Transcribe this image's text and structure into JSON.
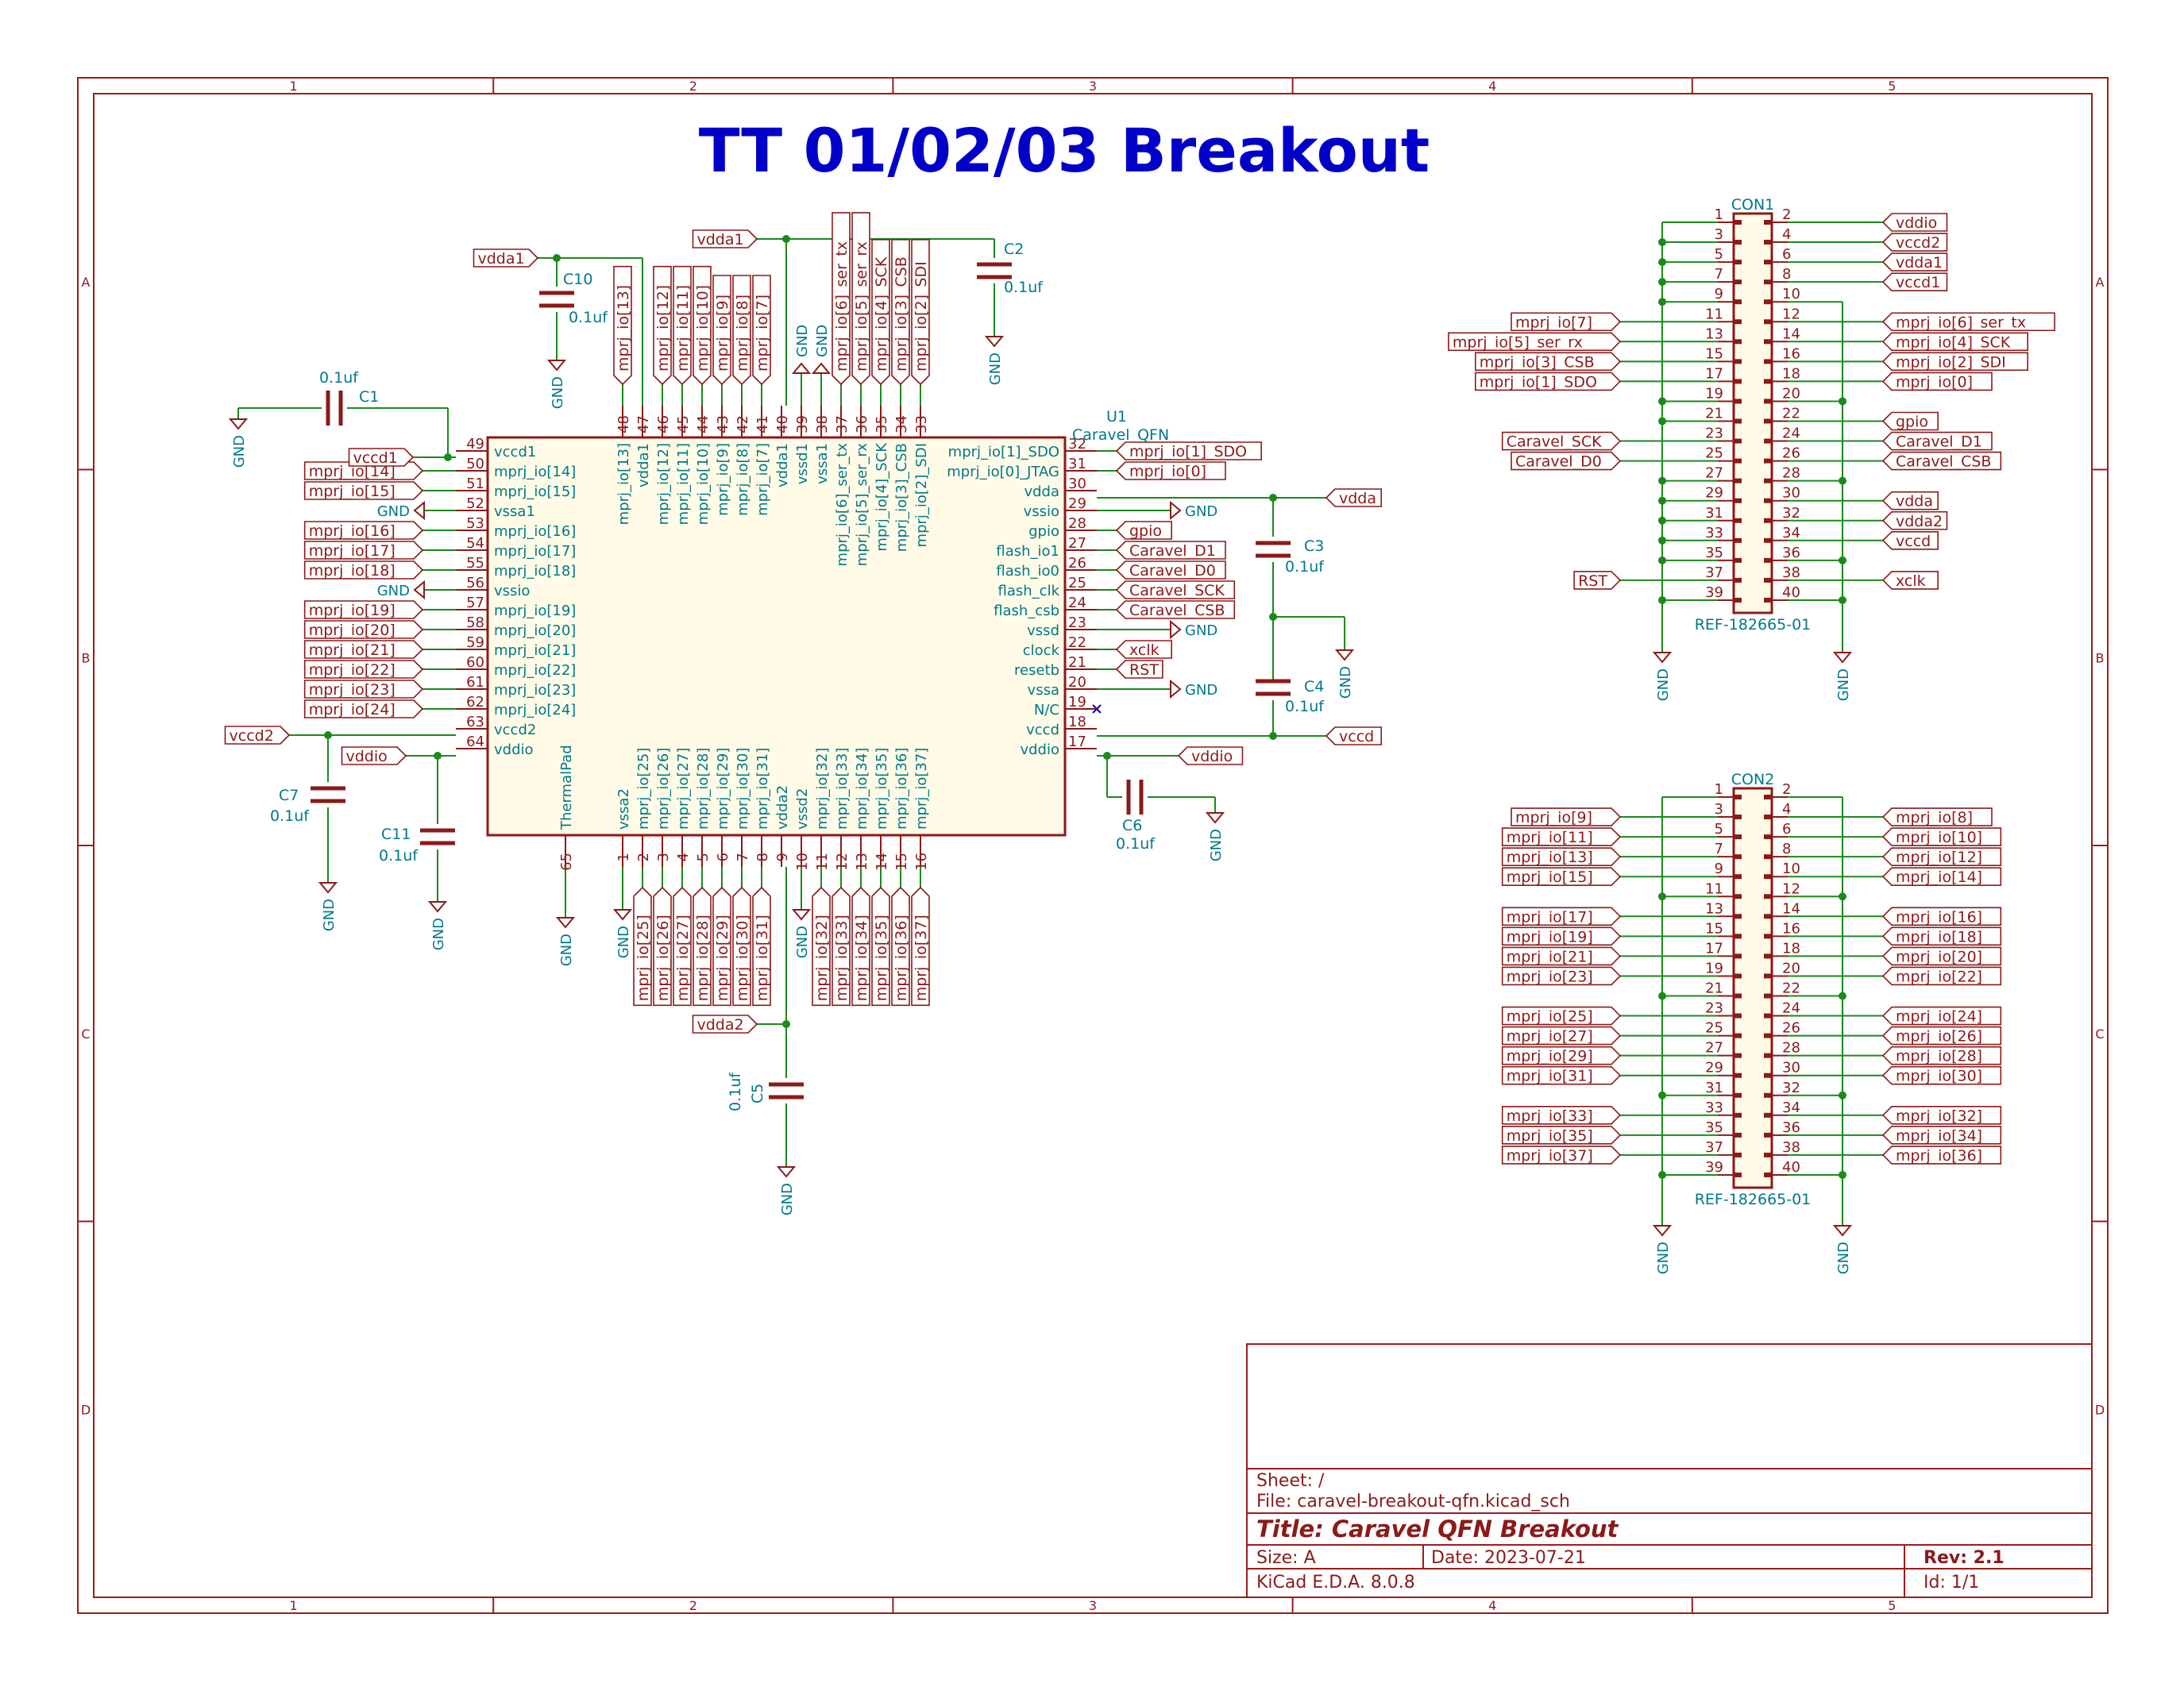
{
  "title": "TT 01/02/03 Breakout",
  "border": {
    "cols": [
      "1",
      "2",
      "3",
      "4",
      "5"
    ],
    "rows": [
      "A",
      "B",
      "C",
      "D"
    ]
  },
  "title_block": {
    "sheet": "Sheet: /",
    "file": "File: caravel-breakout-qfn.kicad_sch",
    "title": "Title: Caravel QFN Breakout",
    "size": "Size: A",
    "date": "Date: 2023-07-21",
    "rev": "Rev: 2.1",
    "kicad": "KiCad E.D.A. 8.0.8",
    "id": "Id: 1/1"
  },
  "u1": {
    "ref": "U1",
    "value": "Caravel_QFN",
    "thermal": "ThermalPad",
    "thermal_pin": "65",
    "left_pins": [
      {
        "num": "49",
        "name": "vccd1",
        "label": "vccd1",
        "kind": "vccd1"
      },
      {
        "num": "50",
        "name": "mprj_io[14]",
        "label": "mprj_io[14]",
        "kind": "label"
      },
      {
        "num": "51",
        "name": "mprj_io[15]",
        "label": "mprj_io[15]",
        "kind": "label"
      },
      {
        "num": "52",
        "name": "vssa1",
        "label": "GND",
        "kind": "gndl"
      },
      {
        "num": "53",
        "name": "mprj_io[16]",
        "label": "mprj_io[16]",
        "kind": "label"
      },
      {
        "num": "54",
        "name": "mprj_io[17]",
        "label": "mprj_io[17]",
        "kind": "label"
      },
      {
        "num": "55",
        "name": "mprj_io[18]",
        "label": "mprj_io[18]",
        "kind": "label"
      },
      {
        "num": "56",
        "name": "vssio",
        "label": "GND",
        "kind": "gndl"
      },
      {
        "num": "57",
        "name": "mprj_io[19]",
        "label": "mprj_io[19]",
        "kind": "label"
      },
      {
        "num": "58",
        "name": "mprj_io[20]",
        "label": "mprj_io[20]",
        "kind": "label"
      },
      {
        "num": "59",
        "name": "mprj_io[21]",
        "label": "mprj_io[21]",
        "kind": "label"
      },
      {
        "num": "60",
        "name": "mprj_io[22]",
        "label": "mprj_io[22]",
        "kind": "label"
      },
      {
        "num": "61",
        "name": "mprj_io[23]",
        "label": "mprj_io[23]",
        "kind": "label"
      },
      {
        "num": "62",
        "name": "mprj_io[24]",
        "label": "mprj_io[24]",
        "kind": "label"
      },
      {
        "num": "63",
        "name": "vccd2",
        "label": "",
        "kind": "wire"
      },
      {
        "num": "64",
        "name": "vddio",
        "label": "",
        "kind": "wire"
      }
    ],
    "right_pins": [
      {
        "num": "32",
        "name": "mprj_io[1]_SDO",
        "label": "mprj_io[1]_SDO",
        "kind": "label"
      },
      {
        "num": "31",
        "name": "mprj_io[0]_JTAG",
        "label": "mprj_io[0]",
        "kind": "label"
      },
      {
        "num": "30",
        "name": "vdda",
        "label": "",
        "kind": "wire"
      },
      {
        "num": "29",
        "name": "vssio",
        "label": "GND",
        "kind": "gndr"
      },
      {
        "num": "28",
        "name": "gpio",
        "label": "gpio",
        "kind": "label"
      },
      {
        "num": "27",
        "name": "flash_io1",
        "label": "Caravel_D1",
        "kind": "label"
      },
      {
        "num": "26",
        "name": "flash_io0",
        "label": "Caravel_D0",
        "kind": "label"
      },
      {
        "num": "25",
        "name": "flash_clk",
        "label": "Caravel_SCK",
        "kind": "label"
      },
      {
        "num": "24",
        "name": "flash_csb",
        "label": "Caravel_CSB",
        "kind": "label"
      },
      {
        "num": "23",
        "name": "vssd",
        "label": "GND",
        "kind": "gndr"
      },
      {
        "num": "22",
        "name": "clock",
        "label": "xclk",
        "kind": "label"
      },
      {
        "num": "21",
        "name": "resetb",
        "label": "RST",
        "kind": "label"
      },
      {
        "num": "20",
        "name": "vssa",
        "label": "GND",
        "kind": "gndr"
      },
      {
        "num": "19",
        "name": "N/C",
        "label": "",
        "kind": "nc"
      },
      {
        "num": "18",
        "name": "vccd",
        "label": "",
        "kind": "wire"
      },
      {
        "num": "17",
        "name": "vddio",
        "label": "",
        "kind": "wire"
      }
    ],
    "top_pins": [
      {
        "num": "48",
        "name": "mprj_io[13]",
        "label": "mprj_io[13]",
        "kind": "label"
      },
      {
        "num": "47",
        "name": "vdda1",
        "label": "",
        "kind": "wire"
      },
      {
        "num": "46",
        "name": "mprj_io[12]",
        "label": "mprj_io[12]",
        "kind": "label"
      },
      {
        "num": "45",
        "name": "mprj_io[11]",
        "label": "mprj_io[11]",
        "kind": "label"
      },
      {
        "num": "44",
        "name": "mprj_io[10]",
        "label": "mprj_io[10]",
        "kind": "label"
      },
      {
        "num": "43",
        "name": "mprj_io[9]",
        "label": "mprj_io[9]",
        "kind": "label"
      },
      {
        "num": "42",
        "name": "mprj_io[8]",
        "label": "mprj_io[8]",
        "kind": "label"
      },
      {
        "num": "41",
        "name": "mprj_io[7]",
        "label": "mprj_io[7]",
        "kind": "label"
      },
      {
        "num": "40",
        "name": "vdda1",
        "label": "",
        "kind": "wire"
      },
      {
        "num": "39",
        "name": "vssd1",
        "label": "GND",
        "kind": "gndu"
      },
      {
        "num": "38",
        "name": "vssa1",
        "label": "GND",
        "kind": "gndu"
      },
      {
        "num": "37",
        "name": "mprj_io[6]_ser_tx",
        "label": "mprj_io[6]_ser_tx",
        "kind": "label"
      },
      {
        "num": "36",
        "name": "mprj_io[5]_ser_rx",
        "label": "mprj_io[5]_ser_rx",
        "kind": "label"
      },
      {
        "num": "35",
        "name": "mprj_io[4]_SCK",
        "label": "mprj_io[4]_SCK",
        "kind": "label"
      },
      {
        "num": "34",
        "name": "mprj_io[3]_CSB",
        "label": "mprj_io[3]_CSB",
        "kind": "label"
      },
      {
        "num": "33",
        "name": "mprj_io[2]_SDI",
        "label": "mprj_io[2]_SDI",
        "kind": "label"
      }
    ],
    "bottom_pins": [
      {
        "num": "1",
        "name": "vssa2",
        "label": "GND",
        "kind": "gndd"
      },
      {
        "num": "2",
        "name": "mprj_io[25]",
        "label": "mprj_io[25]",
        "kind": "label"
      },
      {
        "num": "3",
        "name": "mprj_io[26]",
        "label": "mprj_io[26]",
        "kind": "label"
      },
      {
        "num": "4",
        "name": "mprj_io[27]",
        "label": "mprj_io[27]",
        "kind": "label"
      },
      {
        "num": "5",
        "name": "mprj_io[28]",
        "label": "mprj_io[28]",
        "kind": "label"
      },
      {
        "num": "6",
        "name": "mprj_io[29]",
        "label": "mprj_io[29]",
        "kind": "label"
      },
      {
        "num": "7",
        "name": "mprj_io[30]",
        "label": "mprj_io[30]",
        "kind": "label"
      },
      {
        "num": "8",
        "name": "mprj_io[31]",
        "label": "mprj_io[31]",
        "kind": "label"
      },
      {
        "num": "9",
        "name": "vdda2",
        "label": "",
        "kind": "wire"
      },
      {
        "num": "10",
        "name": "vssd2",
        "label": "GND",
        "kind": "gndd"
      },
      {
        "num": "11",
        "name": "mprj_io[32]",
        "label": "mprj_io[32]",
        "kind": "label"
      },
      {
        "num": "12",
        "name": "mprj_io[33]",
        "label": "mprj_io[33]",
        "kind": "label"
      },
      {
        "num": "13",
        "name": "mprj_io[34]",
        "label": "mprj_io[34]",
        "kind": "label"
      },
      {
        "num": "14",
        "name": "mprj_io[35]",
        "label": "mprj_io[35]",
        "kind": "label"
      },
      {
        "num": "15",
        "name": "mprj_io[36]",
        "label": "mprj_io[36]",
        "kind": "label"
      },
      {
        "num": "16",
        "name": "mprj_io[37]",
        "label": "mprj_io[37]",
        "kind": "label"
      }
    ]
  },
  "caps": [
    {
      "ref": "C1",
      "value": "0.1uf"
    },
    {
      "ref": "C2",
      "value": "0.1uf"
    },
    {
      "ref": "C3",
      "value": "0.1uf"
    },
    {
      "ref": "C4",
      "value": "0.1uf"
    },
    {
      "ref": "C5",
      "value": "0.1uf"
    },
    {
      "ref": "C6",
      "value": "0.1uf"
    },
    {
      "ref": "C7",
      "value": "0.1uf"
    },
    {
      "ref": "C10",
      "value": "0.1uf"
    },
    {
      "ref": "C11",
      "value": "0.1uf"
    }
  ],
  "nets": {
    "vdda1": "vdda1",
    "vccd2": "vccd2",
    "vddio": "vddio",
    "vdda": "vdda",
    "vccd": "vccd",
    "vdda2": "vdda2",
    "gnd": "GND"
  },
  "con1": {
    "ref": "CON1",
    "value": "REF-182665-01",
    "rows": [
      {
        "l": "1",
        "r": "2",
        "ll": "",
        "rl": "vddio",
        "lw": "bus",
        "rw": "label"
      },
      {
        "l": "3",
        "r": "4",
        "ll": "",
        "rl": "vccd2",
        "lw": "bus",
        "rw": "label"
      },
      {
        "l": "5",
        "r": "6",
        "ll": "",
        "rl": "vdda1",
        "lw": "bus",
        "rw": "label"
      },
      {
        "l": "7",
        "r": "8",
        "ll": "",
        "rl": "vccd1",
        "lw": "bus",
        "rw": "label"
      },
      {
        "l": "9",
        "r": "10",
        "ll": "",
        "rl": "",
        "lw": "bus",
        "rw": "bus"
      },
      {
        "l": "11",
        "r": "12",
        "ll": "mprj_io[7]",
        "rl": "mprj_io[6]_ser_tx",
        "lw": "label",
        "rw": "label"
      },
      {
        "l": "13",
        "r": "14",
        "ll": "mprj_io[5]_ser_rx",
        "rl": "mprj_io[4]_SCK",
        "lw": "label",
        "rw": "label"
      },
      {
        "l": "15",
        "r": "16",
        "ll": "mprj_io[3]_CSB",
        "rl": "mprj_io[2]_SDI",
        "lw": "label",
        "rw": "label"
      },
      {
        "l": "17",
        "r": "18",
        "ll": "mprj_io[1]_SDO",
        "rl": "mprj_io[0]",
        "lw": "label",
        "rw": "label"
      },
      {
        "l": "19",
        "r": "20",
        "ll": "",
        "rl": "",
        "lw": "bus",
        "rw": "bus"
      },
      {
        "l": "21",
        "r": "22",
        "ll": "",
        "rl": "gpio",
        "lw": "bus",
        "rw": "label"
      },
      {
        "l": "23",
        "r": "24",
        "ll": "Caravel_SCK",
        "rl": "Caravel_D1",
        "lw": "label",
        "rw": "label"
      },
      {
        "l": "25",
        "r": "26",
        "ll": "Caravel_D0",
        "rl": "Caravel_CSB",
        "lw": "label",
        "rw": "label"
      },
      {
        "l": "27",
        "r": "28",
        "ll": "",
        "rl": "",
        "lw": "bus",
        "rw": "bus"
      },
      {
        "l": "29",
        "r": "30",
        "ll": "",
        "rl": "vdda",
        "lw": "bus",
        "rw": "label"
      },
      {
        "l": "31",
        "r": "32",
        "ll": "",
        "rl": "vdda2",
        "lw": "bus",
        "rw": "label"
      },
      {
        "l": "33",
        "r": "34",
        "ll": "",
        "rl": "vccd",
        "lw": "bus",
        "rw": "label"
      },
      {
        "l": "35",
        "r": "36",
        "ll": "",
        "rl": "",
        "lw": "bus",
        "rw": "bus"
      },
      {
        "l": "37",
        "r": "38",
        "ll": "RST",
        "rl": "xclk",
        "lw": "label",
        "rw": "label"
      },
      {
        "l": "39",
        "r": "40",
        "ll": "",
        "rl": "",
        "lw": "bus",
        "rw": "bus"
      }
    ]
  },
  "con2": {
    "ref": "CON2",
    "value": "REF-182665-01",
    "rows": [
      {
        "l": "1",
        "r": "2",
        "ll": "",
        "rl": "",
        "lw": "bus",
        "rw": "bus"
      },
      {
        "l": "3",
        "r": "4",
        "ll": "mprj_io[9]",
        "rl": "mprj_io[8]",
        "lw": "label",
        "rw": "label"
      },
      {
        "l": "5",
        "r": "6",
        "ll": "mprj_io[11]",
        "rl": "mprj_io[10]",
        "lw": "label",
        "rw": "label"
      },
      {
        "l": "7",
        "r": "8",
        "ll": "mprj_io[13]",
        "rl": "mprj_io[12]",
        "lw": "label",
        "rw": "label"
      },
      {
        "l": "9",
        "r": "10",
        "ll": "mprj_io[15]",
        "rl": "mprj_io[14]",
        "lw": "label",
        "rw": "label"
      },
      {
        "l": "11",
        "r": "12",
        "ll": "",
        "rl": "",
        "lw": "bus",
        "rw": "bus"
      },
      {
        "l": "13",
        "r": "14",
        "ll": "mprj_io[17]",
        "rl": "mprj_io[16]",
        "lw": "label",
        "rw": "label"
      },
      {
        "l": "15",
        "r": "16",
        "ll": "mprj_io[19]",
        "rl": "mprj_io[18]",
        "lw": "label",
        "rw": "label"
      },
      {
        "l": "17",
        "r": "18",
        "ll": "mprj_io[21]",
        "rl": "mprj_io[20]",
        "lw": "label",
        "rw": "label"
      },
      {
        "l": "19",
        "r": "20",
        "ll": "mprj_io[23]",
        "rl": "mprj_io[22]",
        "lw": "label",
        "rw": "label"
      },
      {
        "l": "21",
        "r": "22",
        "ll": "",
        "rl": "",
        "lw": "bus",
        "rw": "bus"
      },
      {
        "l": "23",
        "r": "24",
        "ll": "mprj_io[25]",
        "rl": "mprj_io[24]",
        "lw": "label",
        "rw": "label"
      },
      {
        "l": "25",
        "r": "26",
        "ll": "mprj_io[27]",
        "rl": "mprj_io[26]",
        "lw": "label",
        "rw": "label"
      },
      {
        "l": "27",
        "r": "28",
        "ll": "mprj_io[29]",
        "rl": "mprj_io[28]",
        "lw": "label",
        "rw": "label"
      },
      {
        "l": "29",
        "r": "30",
        "ll": "mprj_io[31]",
        "rl": "mprj_io[30]",
        "lw": "label",
        "rw": "label"
      },
      {
        "l": "31",
        "r": "32",
        "ll": "",
        "rl": "",
        "lw": "bus",
        "rw": "bus"
      },
      {
        "l": "33",
        "r": "34",
        "ll": "mprj_io[33]",
        "rl": "mprj_io[32]",
        "lw": "label",
        "rw": "label"
      },
      {
        "l": "35",
        "r": "36",
        "ll": "mprj_io[35]",
        "rl": "mprj_io[34]",
        "lw": "label",
        "rw": "label"
      },
      {
        "l": "37",
        "r": "38",
        "ll": "mprj_io[37]",
        "rl": "mprj_io[36]",
        "lw": "label",
        "rw": "label"
      },
      {
        "l": "39",
        "r": "40",
        "ll": "",
        "rl": "",
        "lw": "bus",
        "rw": "bus"
      }
    ]
  }
}
